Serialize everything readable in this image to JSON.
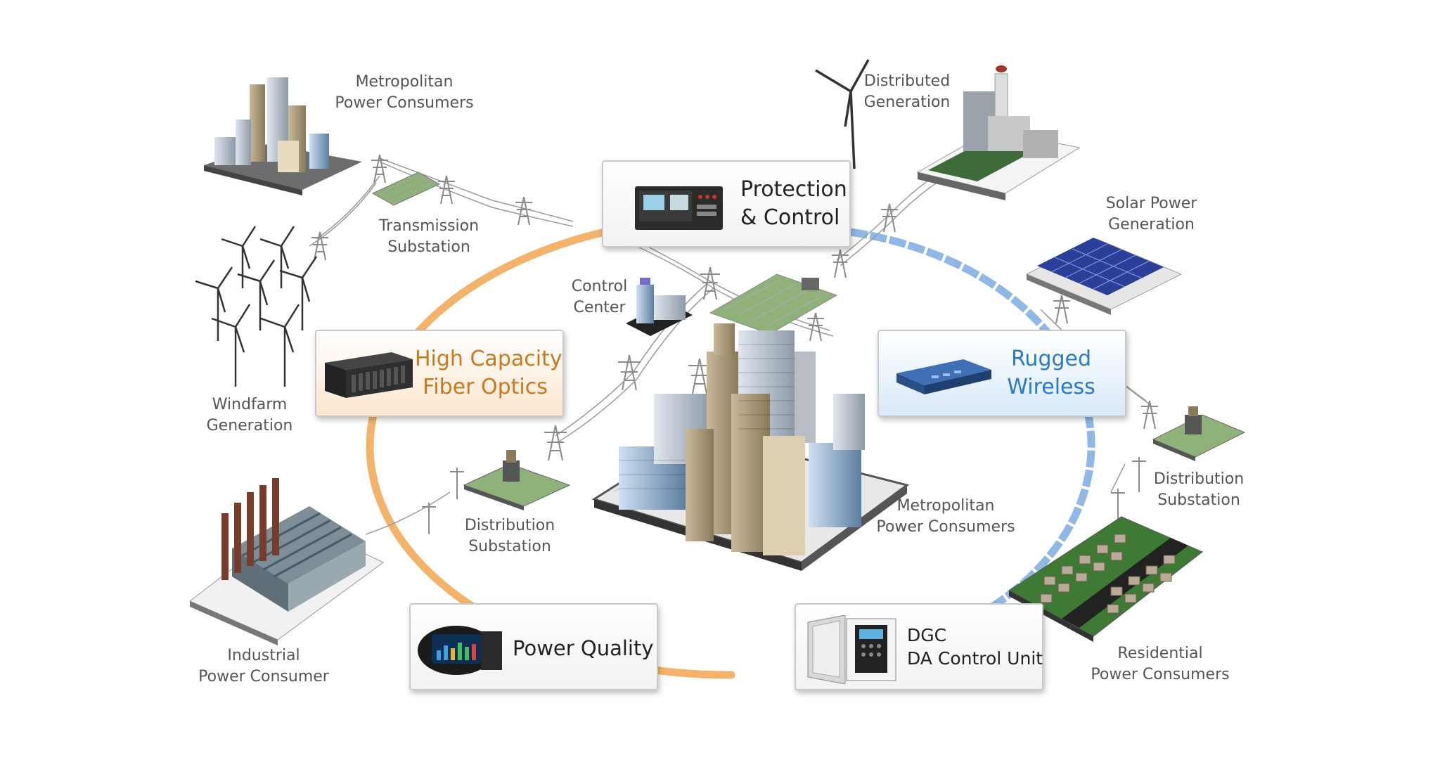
{
  "colors": {
    "fiber_ring": "#f3b36a",
    "wireless_ring": "#8fb8e6",
    "fiber_text": "#c8781e",
    "wireless_text": "#2a7ac8",
    "label_text": "#555555"
  },
  "labels": {
    "metro_tl": [
      "Metropolitan",
      "Power Consumers"
    ],
    "transmission": [
      "Transmission",
      "Substation"
    ],
    "windfarm": [
      "Windfarm",
      "Generation"
    ],
    "industrial": [
      "Industrial",
      "Power Consumer"
    ],
    "dist_left": [
      "Distribution",
      "Substation"
    ],
    "control_center": [
      "Control",
      "Center"
    ],
    "distributed_gen": [
      "Distributed",
      "Generation"
    ],
    "solar": [
      "Solar Power",
      "Generation"
    ],
    "dist_right": [
      "Distribution",
      "Substation"
    ],
    "residential": [
      "Residential",
      "Power Consumers"
    ],
    "metro_center": [
      "Metropolitan",
      "Power Consumers"
    ]
  },
  "cards": {
    "protection": [
      "Protection",
      "& Control"
    ],
    "fiber": [
      "High Capacity",
      "Fiber Optics"
    ],
    "wireless": [
      "Rugged",
      "Wireless"
    ],
    "power_quality": "Power Quality",
    "dgc": [
      "DGC",
      "DA Control Unit"
    ]
  },
  "icons": {
    "wind_turbine": "wind-turbine-icon",
    "city": "skyscraper-icon",
    "factory": "factory-icon",
    "substation": "substation-icon",
    "pylon": "transmission-tower-icon",
    "solar": "solar-panel-icon",
    "houses": "houses-icon",
    "power_plant": "power-plant-icon"
  }
}
